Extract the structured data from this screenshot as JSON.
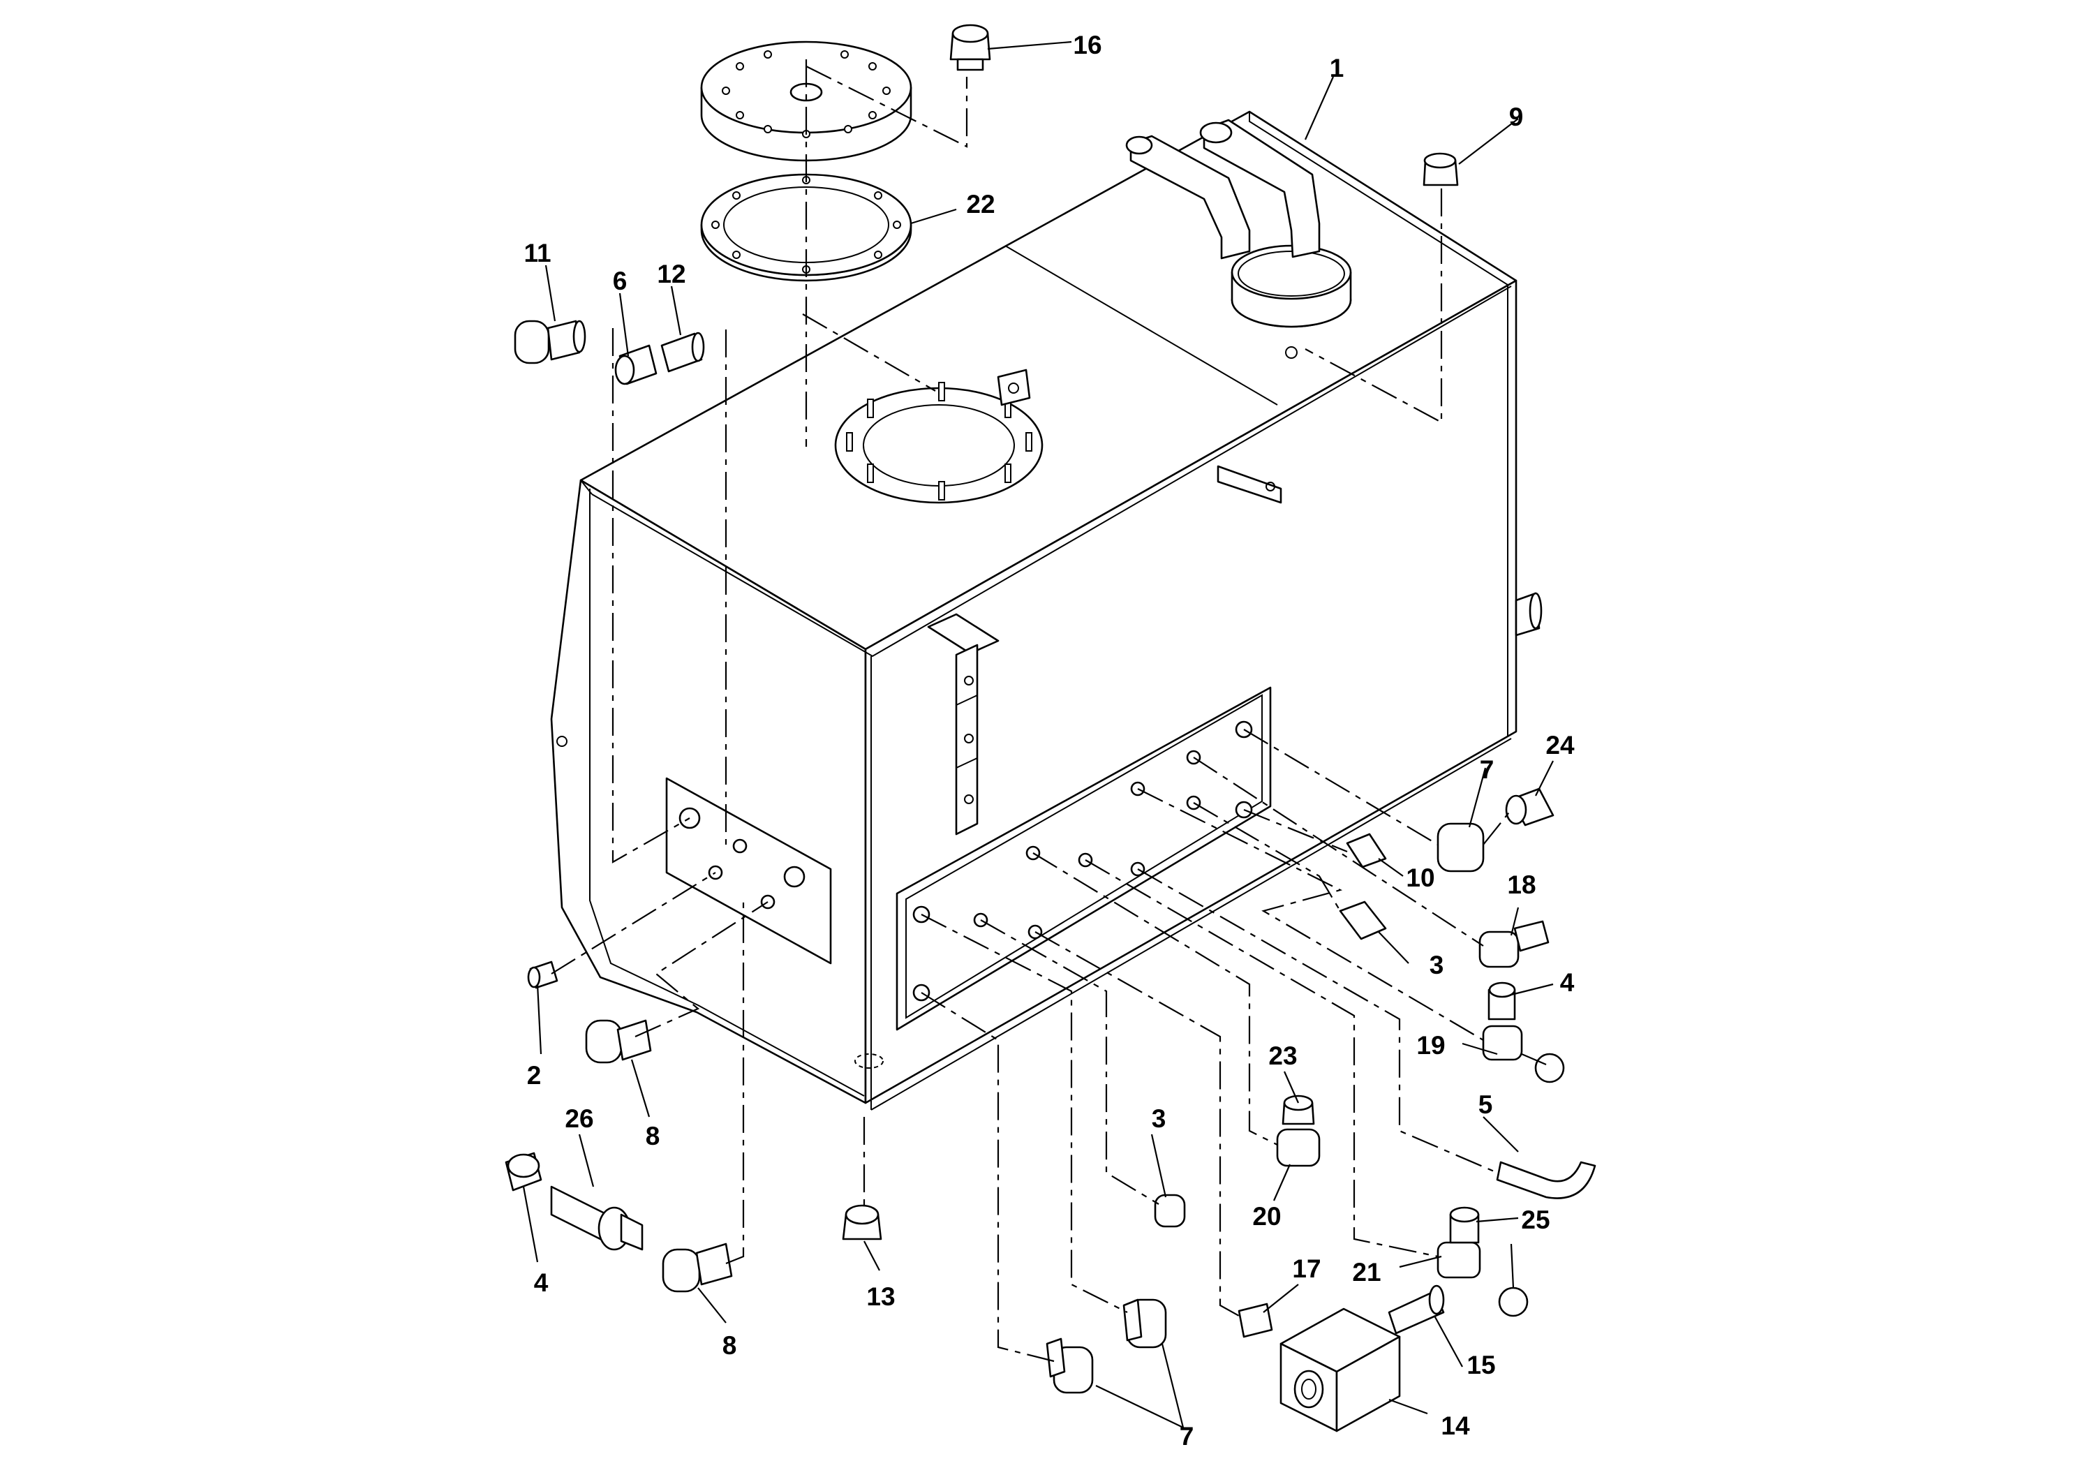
{
  "diagram": {
    "type": "exploded parts diagram",
    "callouts": {
      "c1": "1",
      "c2": "2",
      "c3a": "3",
      "c3b": "3",
      "c4a": "4",
      "c4b": "4",
      "c5": "5",
      "c6": "6",
      "c7a": "7",
      "c7b": "7",
      "c8a": "8",
      "c8b": "8",
      "c9": "9",
      "c10": "10",
      "c11": "11",
      "c12": "12",
      "c13": "13",
      "c14": "14",
      "c15": "15",
      "c16": "16",
      "c17": "17",
      "c18": "18",
      "c19": "19",
      "c20": "20",
      "c21": "21",
      "c22": "22",
      "c23": "23",
      "c24": "24",
      "c25": "25",
      "c26": "26"
    }
  }
}
